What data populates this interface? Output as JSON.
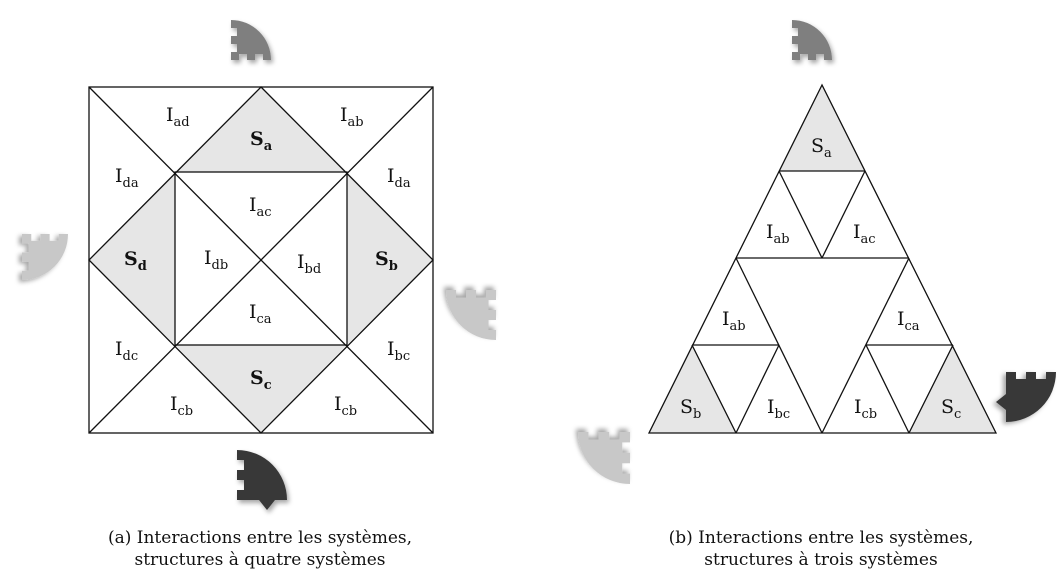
{
  "square": {
    "corner_labels": {
      "top_left": {
        "main": "I",
        "sub": "ad"
      },
      "top_right": {
        "main": "I",
        "sub": "ab"
      },
      "left_upper": {
        "main": "I",
        "sub": "da"
      },
      "right_upper": {
        "main": "I",
        "sub": "da"
      },
      "left_lower": {
        "main": "I",
        "sub": "dc"
      },
      "right_lower": {
        "main": "I",
        "sub": "bc"
      },
      "bottom_left": {
        "main": "I",
        "sub": "cb"
      },
      "bottom_right": {
        "main": "I",
        "sub": "cb"
      }
    },
    "systems": {
      "top": {
        "main": "S",
        "sub": "a"
      },
      "right": {
        "main": "S",
        "sub": "b"
      },
      "bottom": {
        "main": "S",
        "sub": "c"
      },
      "left": {
        "main": "S",
        "sub": "d"
      }
    },
    "inner": {
      "top": {
        "main": "I",
        "sub": "ac"
      },
      "left": {
        "main": "I",
        "sub": "db"
      },
      "right": {
        "main": "I",
        "sub": "bd"
      },
      "bottom": {
        "main": "I",
        "sub": "ca"
      }
    },
    "caption_line1": "(a) Interactions entre les systèmes,",
    "caption_line2": "structures à quatre systèmes"
  },
  "triangle": {
    "top_system": {
      "main": "S",
      "sub": "a"
    },
    "upper_left": {
      "main": "I",
      "sub": "ab"
    },
    "upper_right": {
      "main": "I",
      "sub": "ac"
    },
    "mid_left": {
      "main": "I",
      "sub": "ab"
    },
    "mid_right": {
      "main": "I",
      "sub": "ca"
    },
    "bottom": [
      {
        "main": "S",
        "sub": "b"
      },
      {
        "main": "I",
        "sub": "bc"
      },
      {
        "main": "I",
        "sub": "cb"
      },
      {
        "main": "S",
        "sub": "c"
      }
    ],
    "caption_line1": "(b) Interactions entre les systèmes,",
    "caption_line2": "structures à trois systèmes"
  },
  "colors": {
    "shade": "#e6e6e6",
    "stroke": "#111111",
    "piece_a": "#7f7f7f",
    "piece_b": "#c8c8c8",
    "piece_c": "#383838",
    "piece_d": "#c8c8c8"
  }
}
